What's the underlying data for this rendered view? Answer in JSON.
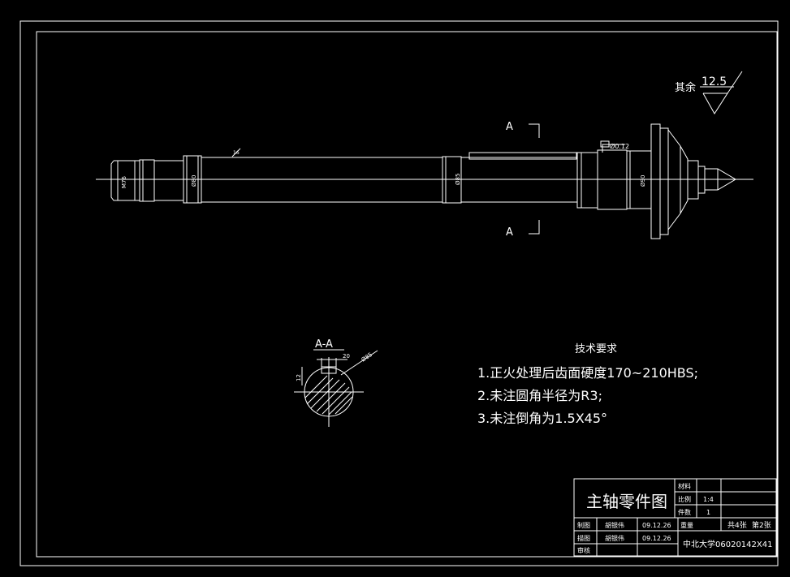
{
  "surface_roughness": {
    "label": "其余",
    "value": "12.5"
  },
  "section_markers": {
    "top": "A",
    "bottom": "A"
  },
  "dimensions": {
    "m76": "M76",
    "d80": "Ø80",
    "d85": "Ø85",
    "d90": "Ø90",
    "tol_small": "16",
    "tol_right": "Ø0.12"
  },
  "section_view": {
    "title": "A-A",
    "width": "20",
    "height": "12",
    "diameter": "Ø85"
  },
  "tech_requirements": {
    "heading": "技术要求",
    "items": [
      "1.正火处理后齿面硬度170~210HBS;",
      "2.未注圆角半径为R3;",
      "3.未注倒角为1.5X45°"
    ]
  },
  "title_block": {
    "drawing_name": "主轴零件图",
    "material_label": "材料",
    "scale_label": "比例",
    "scale_value": "1:4",
    "quantity_label": "件数",
    "quantity_value": "1",
    "weight_label": "重量",
    "sheets": "共4张",
    "sheet_no": "第2张",
    "draw_label": "制图",
    "draw_name": "胡银伟",
    "draw_date": "09.12.26",
    "check_label": "描图",
    "check_name": "胡银伟",
    "check_date": "09.12.26",
    "review_label": "审核",
    "org_code": "中北大学06020142X41"
  }
}
